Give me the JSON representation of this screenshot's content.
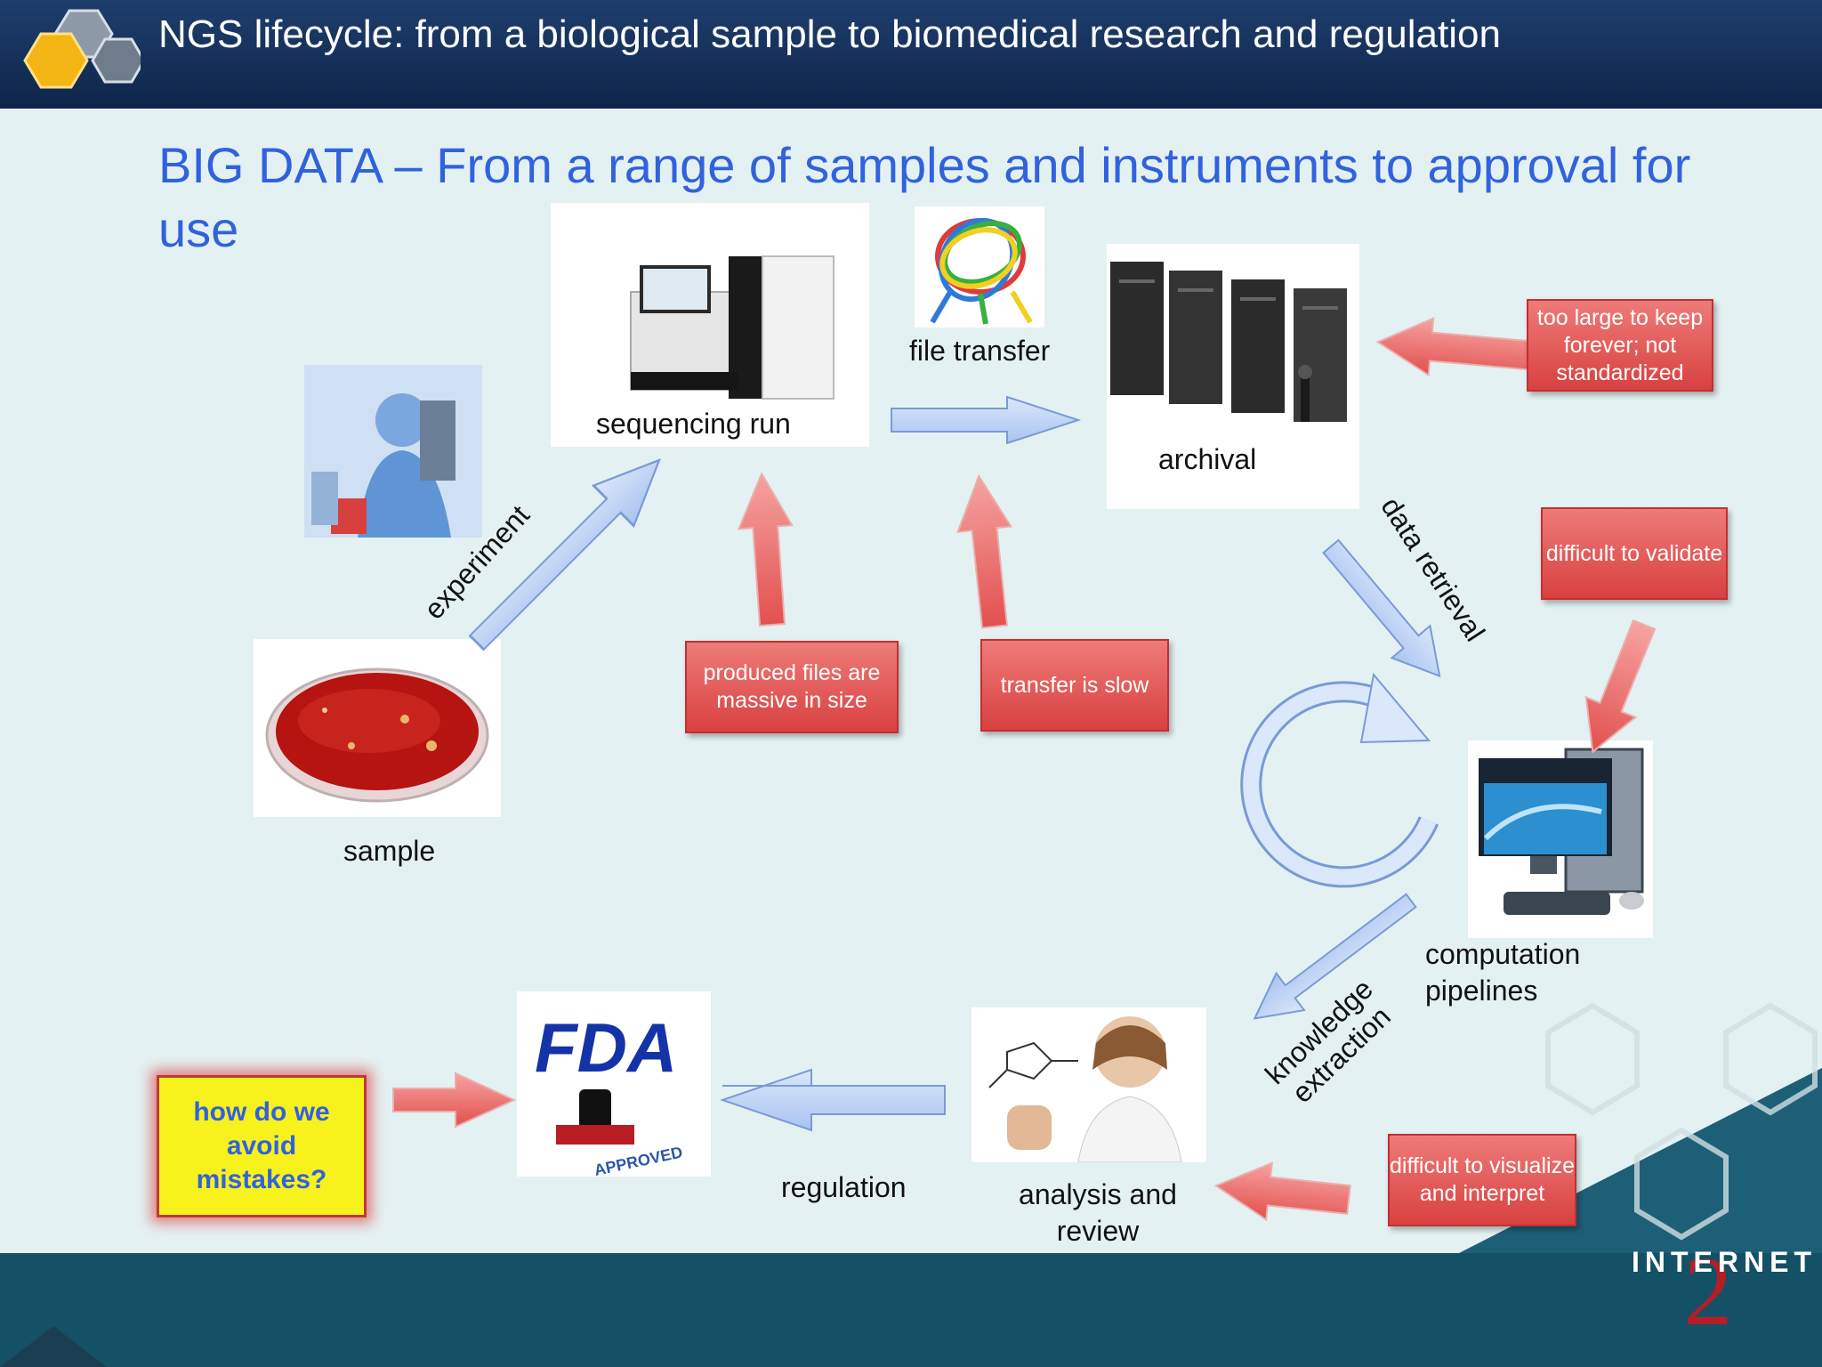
{
  "header": {
    "title": "NGS lifecycle: from a biological sample to biomedical research and regulation"
  },
  "slide": {
    "title": "BIG DATA – From a range of samples and instruments to approval for use"
  },
  "nodes": {
    "sample": "sample",
    "sequencing": "sequencing run",
    "file_transfer": "file transfer",
    "archival": "archival",
    "computation": "computation pipelines",
    "analysis": "analysis and review",
    "regulation": "regulation"
  },
  "edges": {
    "experiment": "experiment",
    "data_retrieval": "data retrieval",
    "knowledge_extraction": "knowledge extraction"
  },
  "issues": {
    "massive": "produced files are massive in size",
    "slow": "transfer is slow",
    "too_large": "too large to keep forever; not standardized",
    "validate": "difficult to validate",
    "visualize": "difficult to visualize and interpret"
  },
  "question": "how do we avoid mistakes?",
  "logos": {
    "fda": "FDA",
    "approved": "APPROVED",
    "internet2": "INTERNET"
  },
  "colors": {
    "header": "#15305a",
    "title": "#3162de",
    "issue_red": "#d84140",
    "arrow_blue": "#b9d0f6",
    "question_bg": "#f7f21c"
  }
}
